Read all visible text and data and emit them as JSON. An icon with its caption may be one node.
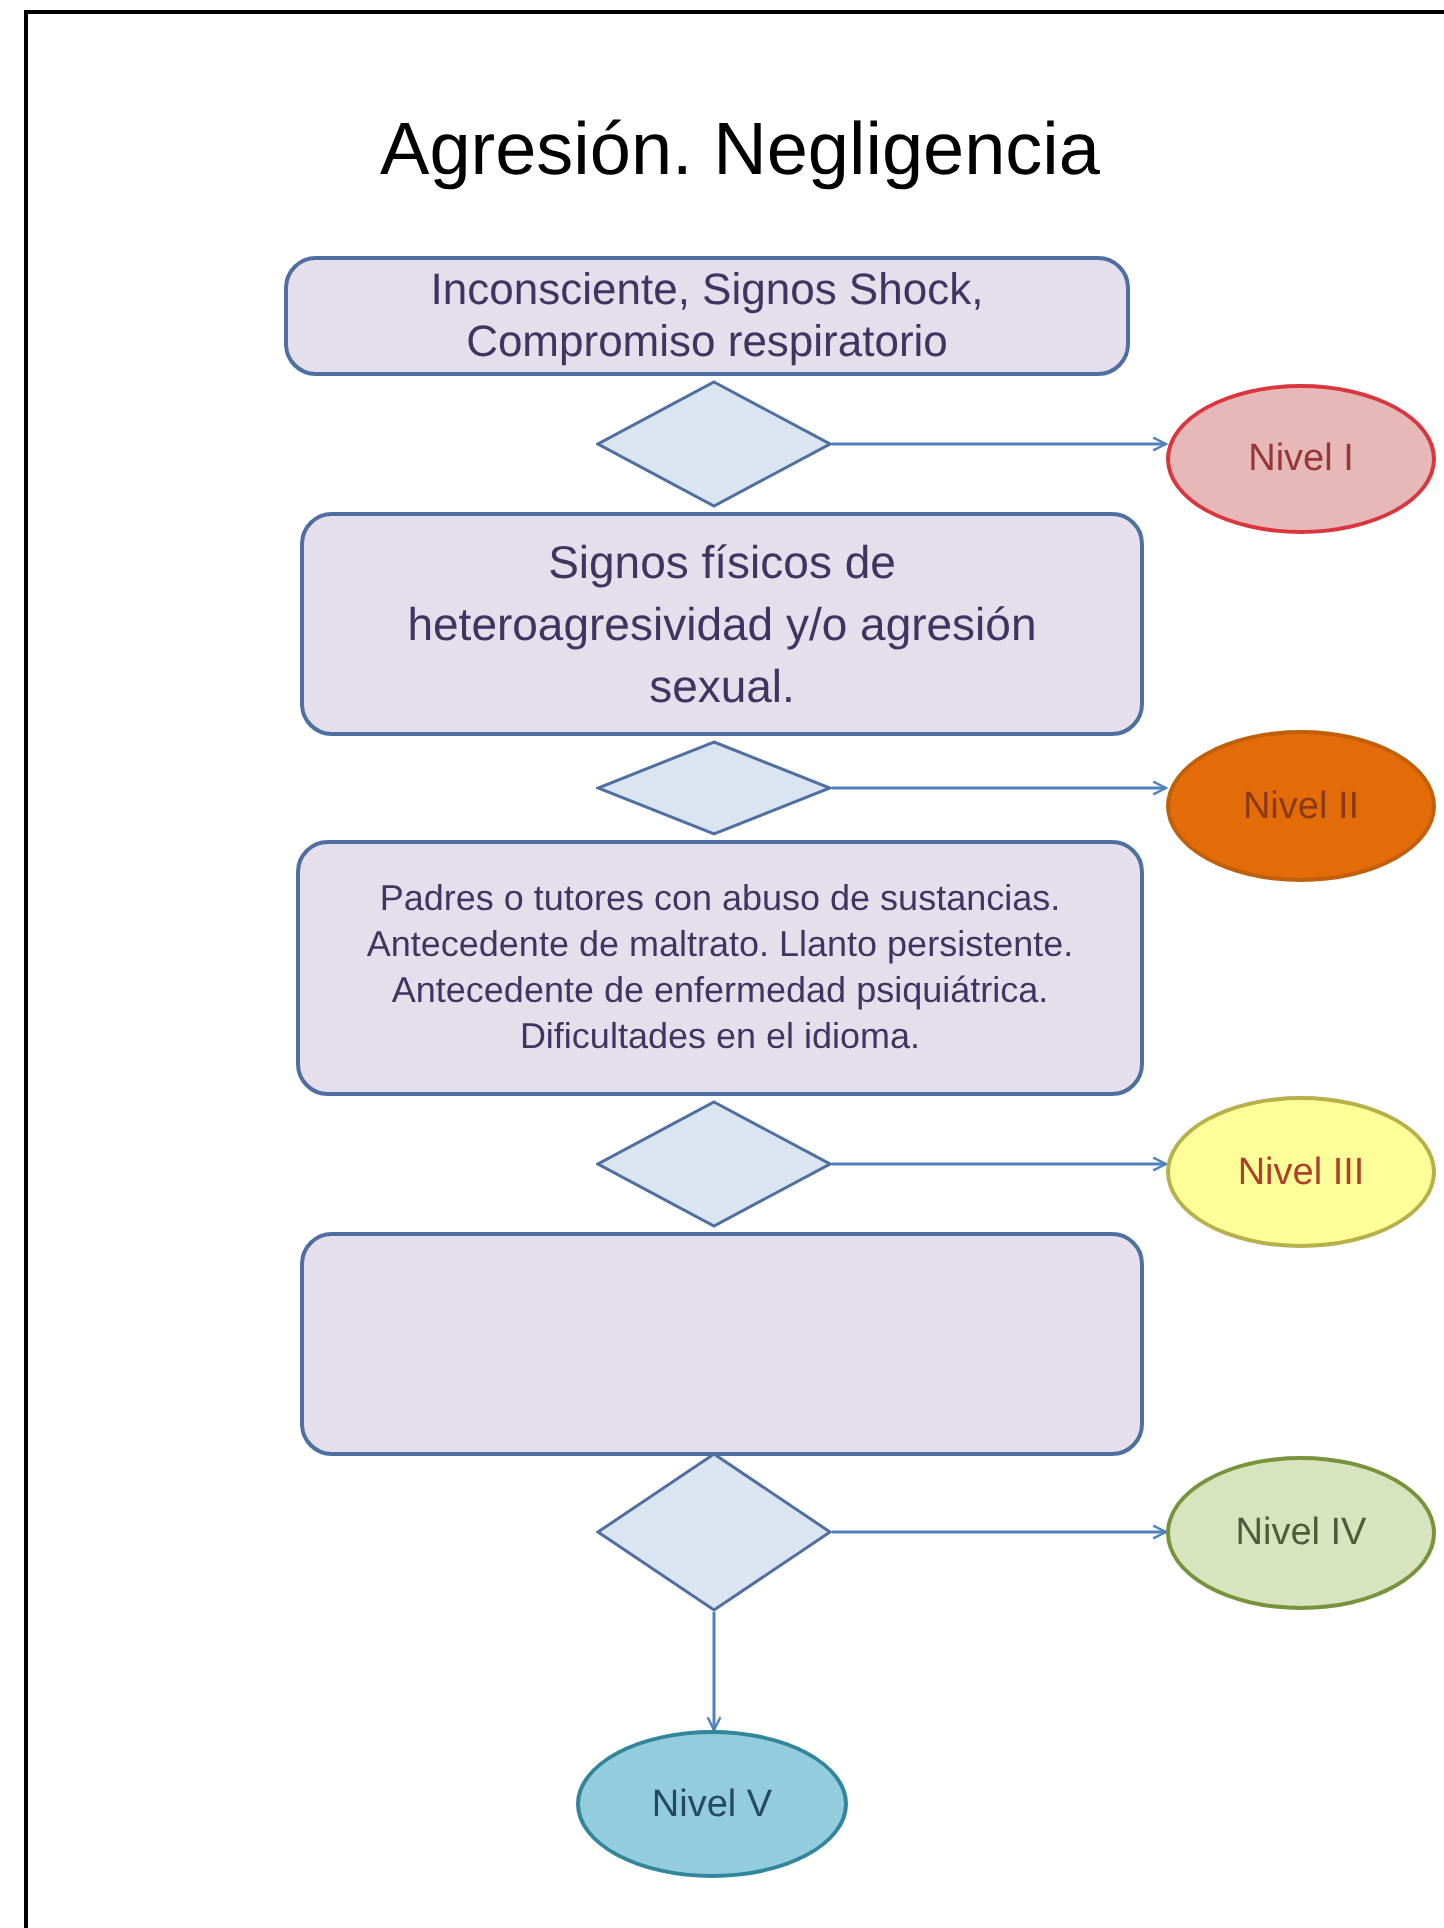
{
  "diagram": {
    "title": "Agresión. Negligencia",
    "nodes": [
      {
        "text": [
          "Inconsciente, Signos Shock, Compromiso respiratorio"
        ]
      },
      {
        "text": [],
        "shape": "diamond"
      },
      {
        "text": [
          "Nivel I"
        ]
      },
      {
        "text": [
          "Signos físicos de heteroagresividad y/o agresión sexual."
        ]
      },
      {
        "text": [],
        "shape": "diamond"
      },
      {
        "text": [
          "Nivel II"
        ]
      },
      {
        "text": [
          "Padres o tutores con abuso de sustancias. Antecedente de maltrato. Llanto persistente. Antecedente de enfermedad psiquiátrica. Dificultades en el idioma."
        ]
      },
      {
        "text": [],
        "shape": "diamond"
      },
      {
        "text": [
          "Nivel III"
        ]
      },
      {
        "text": [],
        "shape": "box"
      },
      {
        "text": [],
        "shape": "diamond"
      },
      {
        "text": [
          "Nivel IV"
        ]
      },
      {
        "text": [
          "Nivel V"
        ]
      }
    ],
    "edges": [
      {
        "from": 1,
        "to": 2,
        "arrow": "to"
      },
      {
        "from": 4,
        "to": 5,
        "arrow": "to"
      },
      {
        "from": 7,
        "to": 8,
        "arrow": "to"
      },
      {
        "from": 10,
        "to": 11,
        "arrow": "to"
      },
      {
        "from": 10,
        "to": 12,
        "arrow": "to"
      }
    ]
  }
}
